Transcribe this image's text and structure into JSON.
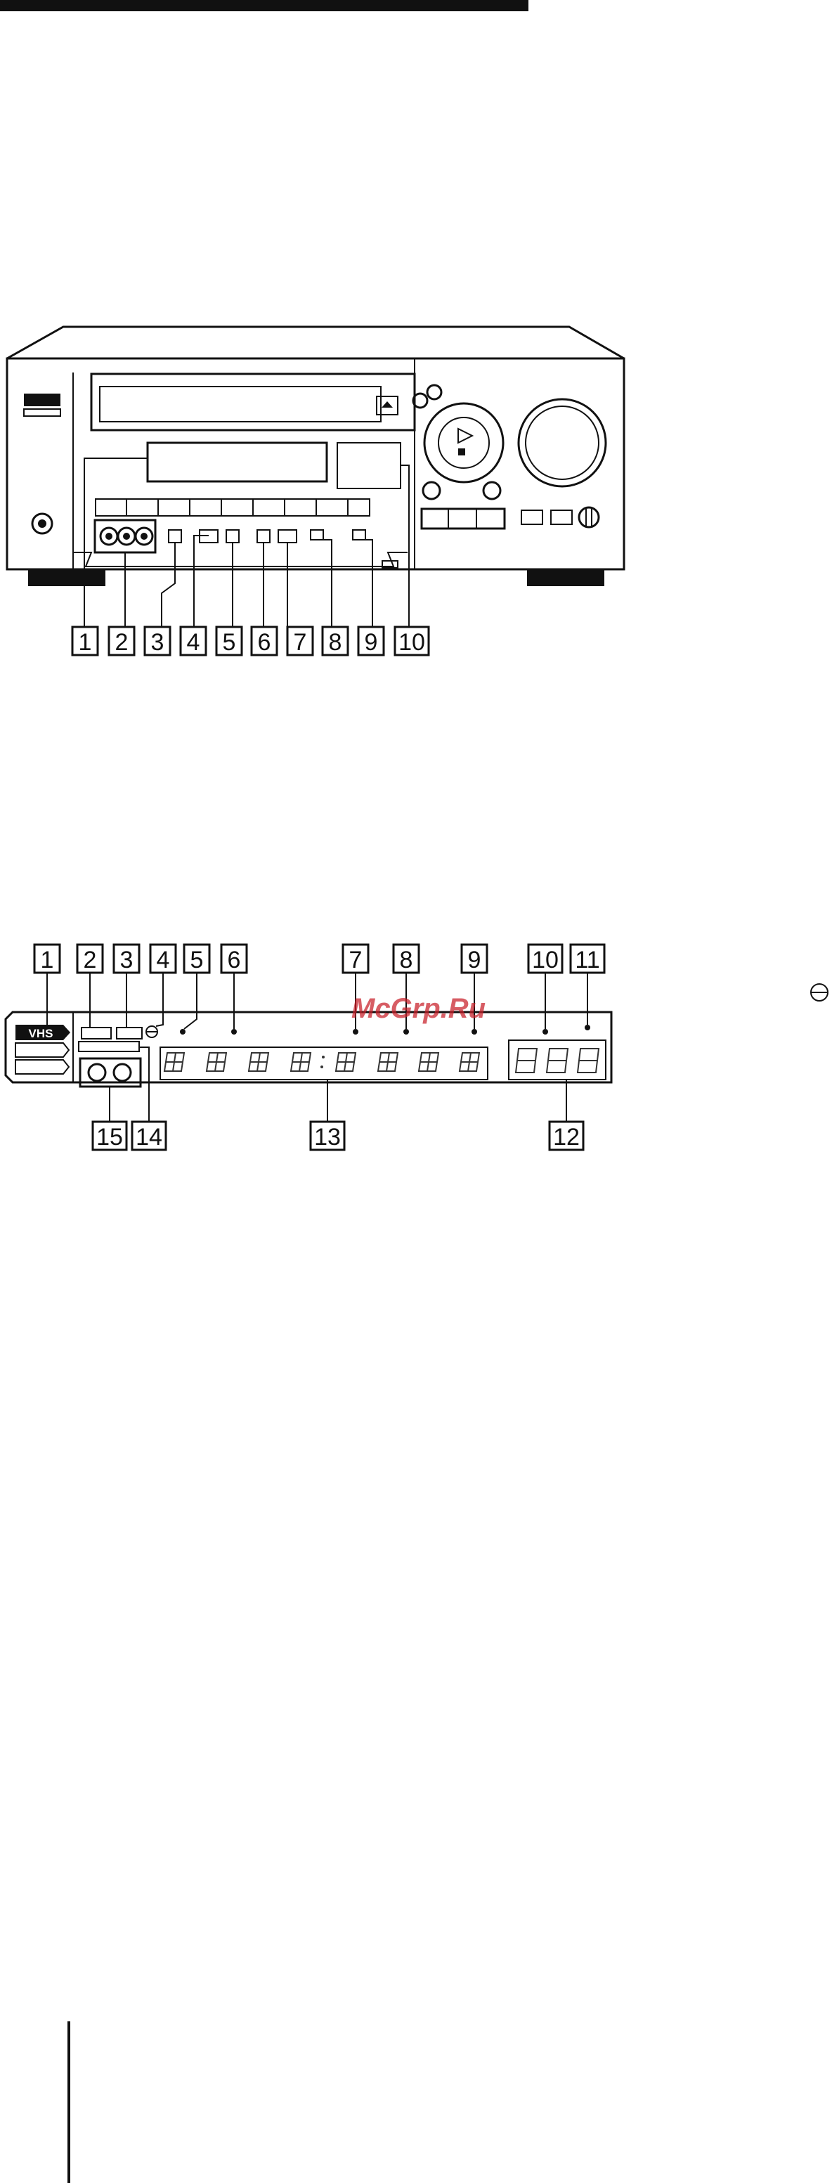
{
  "front_panel": {
    "callouts": [
      "1",
      "2",
      "3",
      "4",
      "5",
      "6",
      "7",
      "8",
      "9",
      "10"
    ]
  },
  "display_window": {
    "cassette_label": "VHS",
    "callouts_top": [
      "1",
      "2",
      "3",
      "4",
      "5",
      "6",
      "7",
      "8",
      "9",
      "10",
      "11"
    ],
    "callouts_bottom": [
      "15",
      "14",
      "13",
      "12"
    ]
  },
  "watermark": "McGrp.Ru",
  "colors": {
    "ink": "#111111",
    "watermark": "#c81e28"
  }
}
